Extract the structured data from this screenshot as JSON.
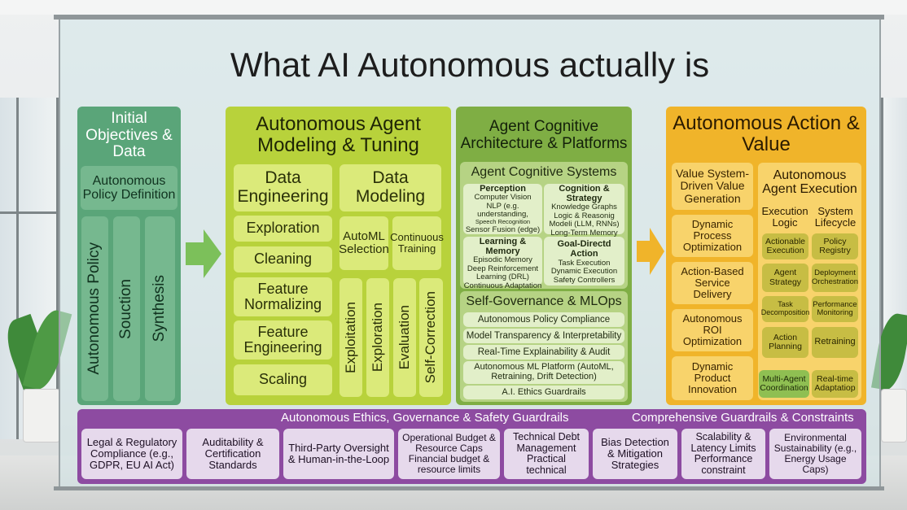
{
  "title": "What AI Autonomous actually is",
  "col1": {
    "header": "Initial Objectives & Data",
    "policy": "Autonomous Policy Definition",
    "verticals": [
      "Autonomous Policy",
      "Souction",
      "Synthesis"
    ]
  },
  "col2": {
    "header": "Autonomous Agent Modeling & Tuning",
    "data_engineering": "Data Engineering",
    "data_modeling": "Data Modeling",
    "left_items": [
      "Exploration",
      "Cleaning",
      "Feature Normalizing",
      "Feature Engineering",
      "Scaling"
    ],
    "automl": "AutoML Selection",
    "continuous": "Continuous Training",
    "verticals": [
      "Exploitation",
      "Exploration",
      "Evaluation",
      "Self-Correction"
    ]
  },
  "col3": {
    "header": "Agent Cognitive Architecture & Platforms",
    "systems_title": "Agent Cognitive Systems",
    "perception": {
      "title": "Perception",
      "lines": [
        "Computer Vision",
        "NLP (e.g. understanding,",
        "Speech Recognition",
        "Sensor Fusion (edge)"
      ]
    },
    "cognition": {
      "title": "Cognition & Strategy",
      "lines": [
        "Knowledge Graphs",
        "Logic & Reasonig",
        "Modeli (LLM, RNNs)",
        "Long-Term Memory"
      ]
    },
    "learning": {
      "title": "Learning & Memory",
      "lines": [
        "Episodic Memory",
        "Deep Reinforcement",
        "Learning (DRL)",
        "Continuous Adaptation"
      ]
    },
    "goal": {
      "title": "Goal-Directd Action",
      "lines": [
        "Task Execution",
        "Dynamic Execution",
        "Safety Controllers"
      ]
    },
    "governance_title": "Self-Governance & MLOps",
    "governance_items": [
      "Autonomous Policy Compliance",
      "Model Transparency & Interpretability",
      "Real-Time Explainability & Audit",
      "Autonomous ML Platform (AutoML, Retraining, Drift Detection)",
      "A.I. Ethics Guardrails"
    ]
  },
  "col4": {
    "header": "Autonomous Action & Value",
    "value_title": "Value System-Driven Value Generation",
    "value_items": [
      "Dynamic Process Optimization",
      "Action-Based Service Delivery",
      "Autonomous ROI Optimization",
      "Dynamic Product Innovation"
    ],
    "exec_title": "Autonomous Agent Execution",
    "exec_logic": "Execution Logic",
    "system_lifecycle": "System Lifecycle",
    "logic_items": [
      "Actionable Execution",
      "Agent Strategy",
      "Task Decomposition",
      "Action Planning",
      "Multi-Agent Coordination"
    ],
    "lifecycle_items": [
      "Policy Registry",
      "Deployment Orchestration",
      "Performance Monitoring",
      "Retraining",
      "Real-time Adaptatiop"
    ]
  },
  "bottom": {
    "title_left": "Autonomous Ethics, Governance & Safety Guardrails",
    "title_right": "Comprehensive Guardrails & Constraints",
    "items": [
      "Legal & Regulatory Compliance (e.g., GDPR, EU AI Act)",
      "Auditability & Certification Standards",
      "Third-Party Oversight & Human-in-the-Loop",
      "Operational Budget & Resource Caps Financial budget & resource limits",
      "Technical Debt Management Practical technical",
      "Bias Detection & Mitigation Strategies",
      "Scalability & Latency Limits Performance constraint",
      "Environmental Sustainability (e.g., Energy Usage Caps)"
    ]
  },
  "colors": {
    "green": "#5aa579",
    "lime": "#b8d23b",
    "olive": "#7fae44",
    "orange": "#f0b42a",
    "purple": "#8d4ba1"
  }
}
